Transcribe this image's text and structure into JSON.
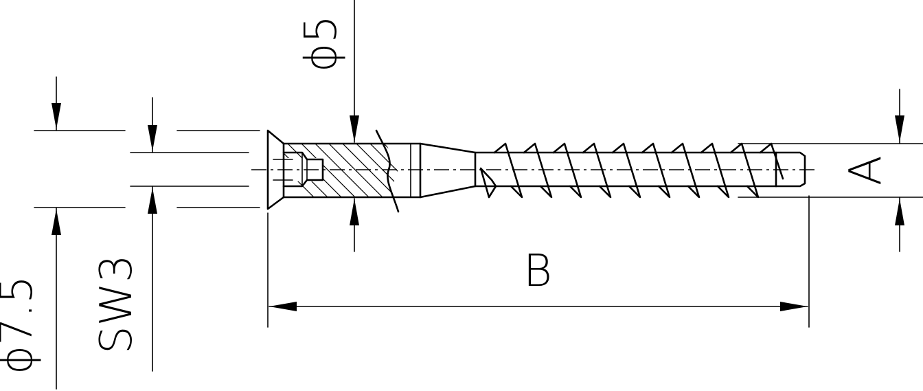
{
  "drawing": {
    "labels": {
      "diameter_head": "ϕ7.5",
      "socket_size": "SW3",
      "diameter_shank": "ϕ5",
      "dim_a": "A",
      "dim_b": "B"
    }
  }
}
